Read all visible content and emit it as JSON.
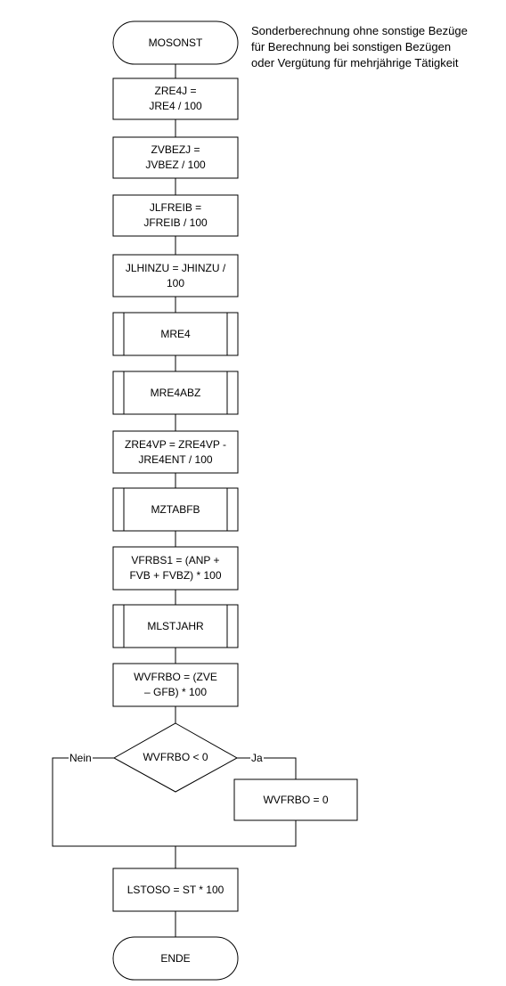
{
  "diagram": {
    "note": "Sonderberechnung ohne sonstige Bezüge\nfür Berechnung bei sonstigen Bezügen\noder Vergütung für mehrjährige Tätigkeit",
    "nodes": {
      "start": "MOSONST",
      "zre4j": "ZRE4J =\nJRE4  / 100",
      "zvbezj": "ZVBEZJ =\nJVBEZ / 100",
      "jlfreib": "JLFREIB =\nJFREIB / 100",
      "jlhinzu": "JLHINZU = JHINZU /\n100",
      "mre4": "MRE4",
      "mre4abz": "MRE4ABZ",
      "zre4vp": "ZRE4VP = ZRE4VP -\nJRE4ENT / 100",
      "mztabfb": "MZTABFB",
      "vfrbs1": "VFRBS1 = (ANP +\nFVB + FVBZ) * 100",
      "mlstjahr": "MLSTJAHR",
      "wvfrbo": "WVFRBO = (ZVE\n– GFB) * 100",
      "decision": "WVFRBO < 0",
      "wvfrbo_zero": "WVFRBO = 0",
      "lstoso": "LSTOSO = ST * 100",
      "end": "ENDE"
    },
    "edge_labels": {
      "no": "Nein",
      "yes": "Ja"
    }
  }
}
